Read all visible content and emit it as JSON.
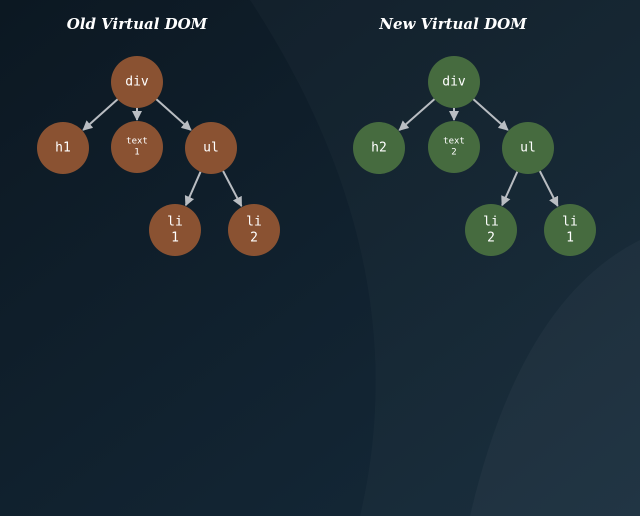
{
  "colors": {
    "background_dark": "#0d1b26",
    "background_light": "#172c3d",
    "old_node": "#8a5232",
    "new_node": "#466b3f",
    "edge": "#b9bdc2",
    "text": "#ffffff"
  },
  "trees": [
    {
      "id": "old",
      "title": "Old Virtual DOM",
      "color": "#8a5232",
      "nodes": [
        {
          "id": "div",
          "lines": [
            "div"
          ]
        },
        {
          "id": "h1",
          "lines": [
            "h1"
          ]
        },
        {
          "id": "text",
          "lines": [
            "text",
            "1"
          ]
        },
        {
          "id": "ul",
          "lines": [
            "ul"
          ]
        },
        {
          "id": "li-a",
          "lines": [
            "li",
            "1"
          ]
        },
        {
          "id": "li-b",
          "lines": [
            "li",
            "2"
          ]
        }
      ],
      "edges": [
        [
          "div",
          "h1"
        ],
        [
          "div",
          "text"
        ],
        [
          "div",
          "ul"
        ],
        [
          "ul",
          "li-a"
        ],
        [
          "ul",
          "li-b"
        ]
      ]
    },
    {
      "id": "new",
      "title": "New Virtual DOM",
      "color": "#466b3f",
      "nodes": [
        {
          "id": "div",
          "lines": [
            "div"
          ]
        },
        {
          "id": "h2",
          "lines": [
            "h2"
          ]
        },
        {
          "id": "text",
          "lines": [
            "text",
            "2"
          ]
        },
        {
          "id": "ul",
          "lines": [
            "ul"
          ]
        },
        {
          "id": "li-a",
          "lines": [
            "li",
            "2"
          ]
        },
        {
          "id": "li-b",
          "lines": [
            "li",
            "1"
          ]
        }
      ],
      "edges": [
        [
          "div",
          "h2"
        ],
        [
          "div",
          "text"
        ],
        [
          "div",
          "ul"
        ],
        [
          "ul",
          "li-a"
        ],
        [
          "ul",
          "li-b"
        ]
      ]
    }
  ]
}
